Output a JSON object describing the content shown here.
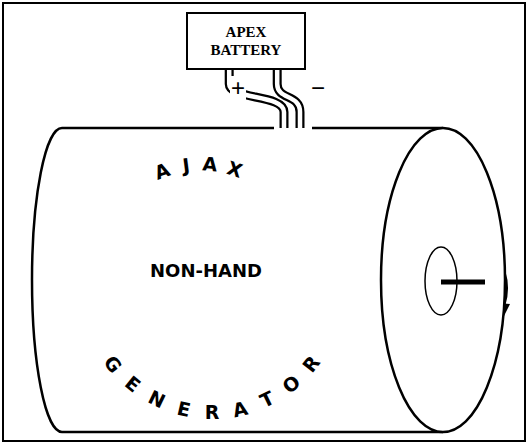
{
  "diagram": {
    "nodes": [
      {
        "text": [
          "APEX BATTERY"
        ]
      },
      {
        "text": [
          "AJAX",
          "NON-HAND",
          "GENERATOR"
        ]
      }
    ],
    "edges": [
      {
        "from": 0,
        "to": 1,
        "arrow": "none"
      },
      {
        "from": 0,
        "to": 1,
        "arrow": "none"
      }
    ],
    "labels": [
      "+",
      "−"
    ]
  }
}
